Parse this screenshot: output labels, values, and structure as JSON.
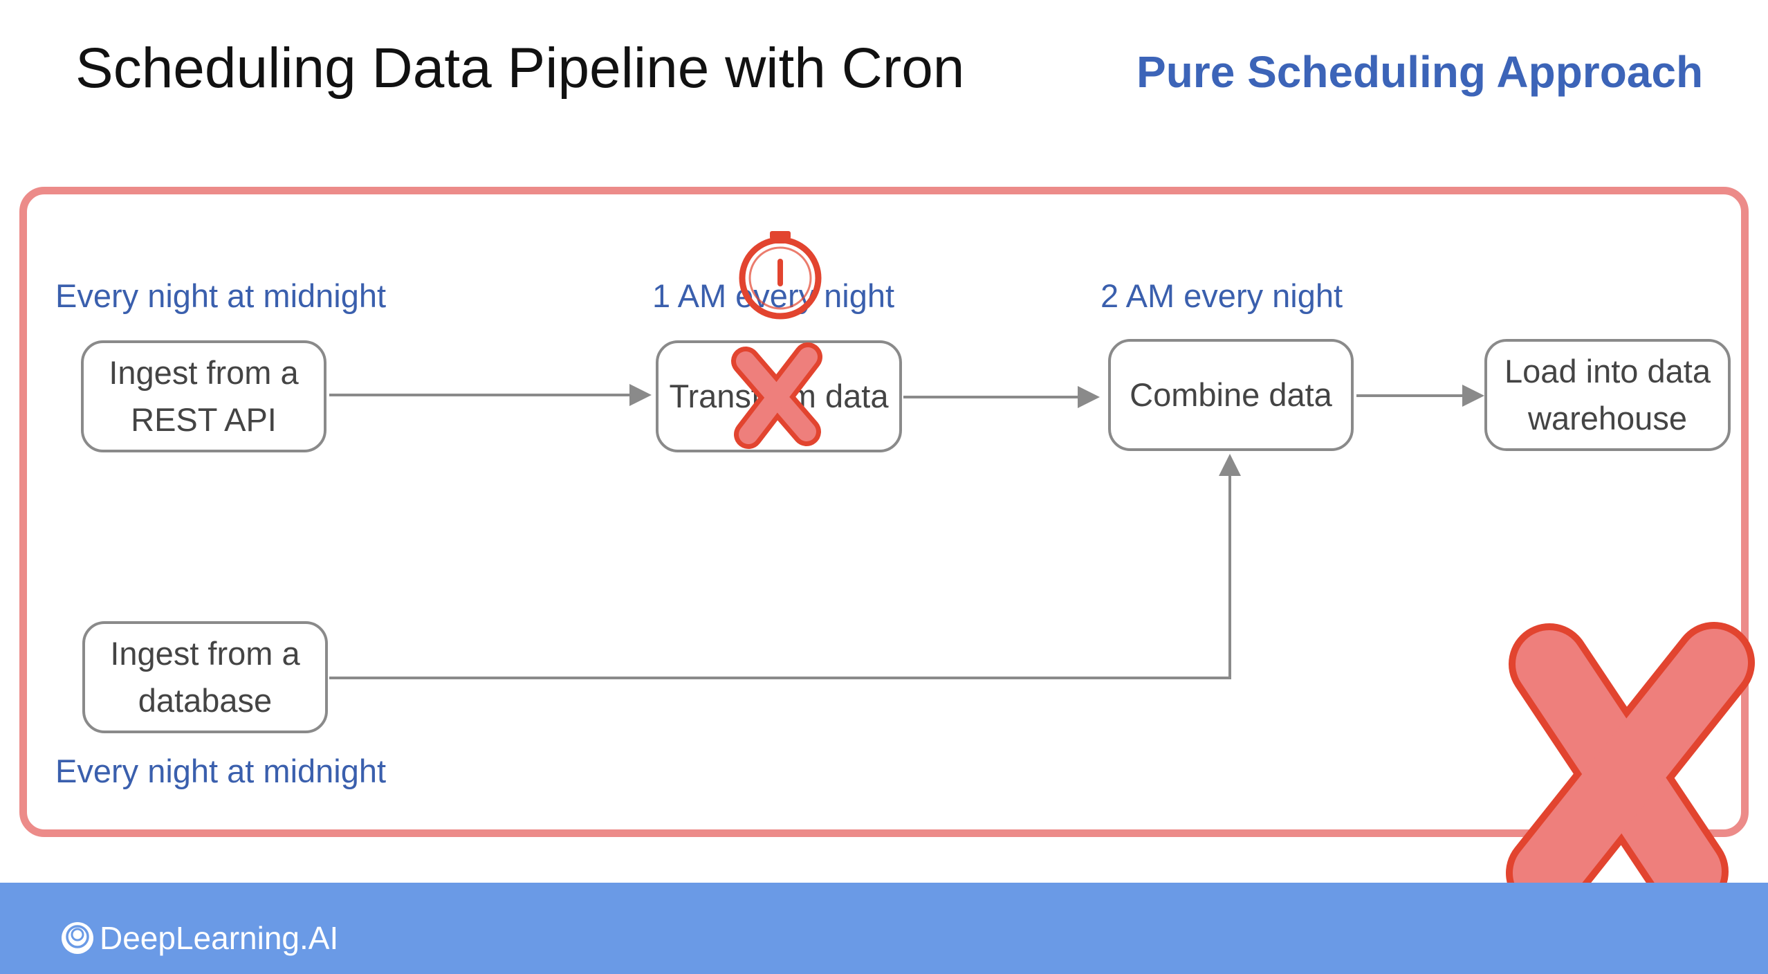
{
  "header": {
    "title": "Scheduling Data Pipeline with Cron",
    "subtitle": "Pure Scheduling Approach"
  },
  "nodes": {
    "ingest_api": "Ingest from a REST API",
    "transform": "Transform data",
    "combine": "Combine data",
    "load": "Load into data warehouse",
    "ingest_db": "Ingest from a database"
  },
  "schedules": {
    "ingest_api": "Every night at midnight",
    "transform": "1 AM every night",
    "combine": "2 AM every night",
    "ingest_db": "Every night at midnight"
  },
  "footer": {
    "brand": "DeepLearning.AI"
  },
  "icons": {
    "timer": "stopwatch-icon",
    "failure": "red-x-icon",
    "big_failure": "large-red-x-icon"
  },
  "colors": {
    "title": "#111111",
    "accent_blue": "#3c64b8",
    "frame": "#ec8b89",
    "node_border": "#8a8a8a",
    "footer": "#6a9ae6",
    "error_red": "#e2442f",
    "error_fill": "#ee7f7c"
  }
}
